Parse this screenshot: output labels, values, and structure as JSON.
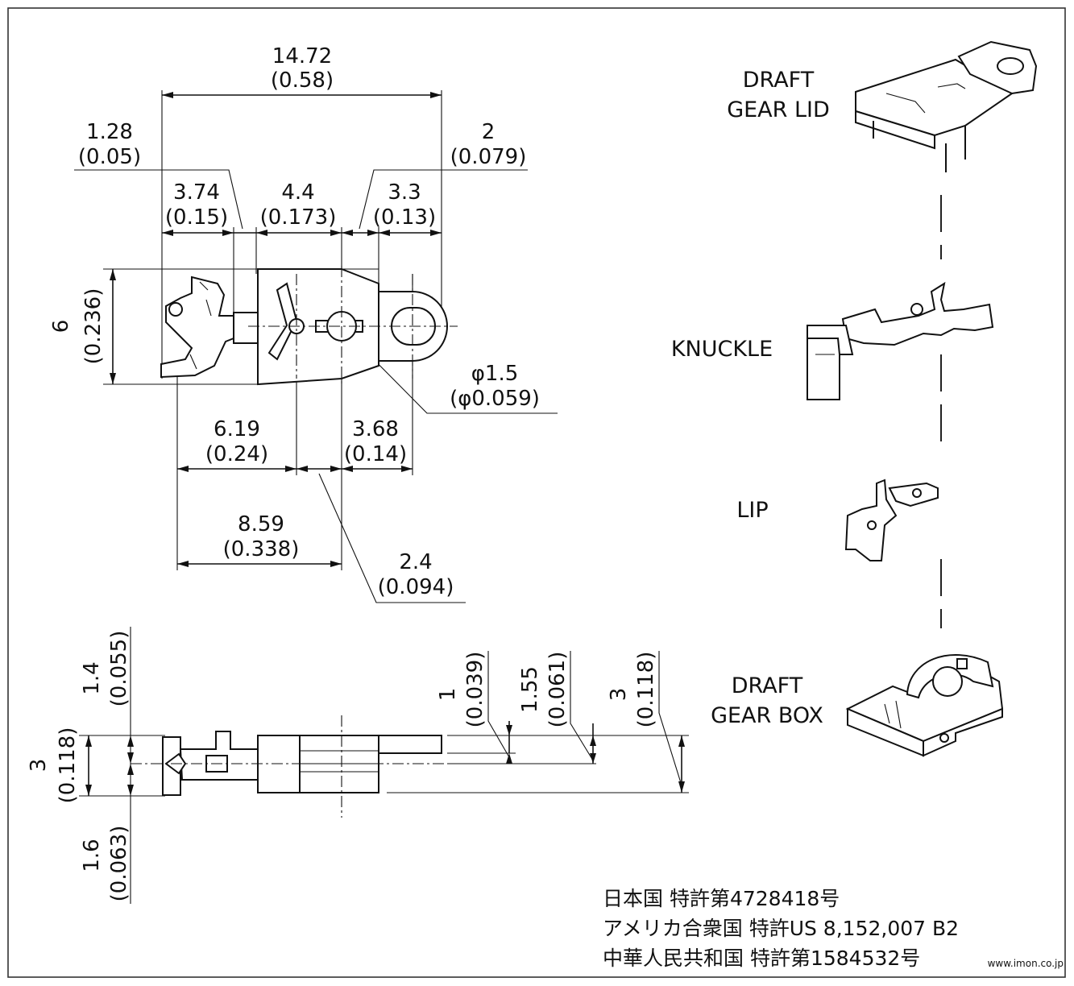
{
  "top_dimensions": {
    "overall_length": {
      "mm": "14.72",
      "inch": "(0.58)"
    },
    "knuckle_offset": {
      "mm": "1.28",
      "inch": "(0.05)"
    },
    "tab_length": {
      "mm": "2",
      "inch": "(0.079)"
    },
    "knuckle_width": {
      "mm": "3.74",
      "inch": "(0.15)"
    },
    "box_width": {
      "mm": "4.4",
      "inch": "(0.173)"
    },
    "eye_width": {
      "mm": "3.3",
      "inch": "(0.13)"
    },
    "height": {
      "mm": "6",
      "inch": "(0.236)"
    },
    "hole": {
      "mm": "φ1.5",
      "inch": "(φ0.059)"
    },
    "to_pivot": {
      "mm": "6.19",
      "inch": "(0.24)"
    },
    "pivot_to_eye": {
      "mm": "3.68",
      "inch": "(0.14)"
    },
    "to_hole": {
      "mm": "8.59",
      "inch": "(0.338)"
    },
    "pivot_gap": {
      "mm": "2.4",
      "inch": "(0.094)"
    }
  },
  "side_dimensions": {
    "upper": {
      "mm": "1.4",
      "inch": "(0.055)"
    },
    "total": {
      "mm": "3",
      "inch": "(0.118)"
    },
    "lower": {
      "mm": "1.6",
      "inch": "(0.063)"
    },
    "lid": {
      "mm": "1",
      "inch": "(0.039)"
    },
    "mid": {
      "mm": "1.55",
      "inch": "(0.061)"
    },
    "box": {
      "mm": "3",
      "inch": "(0.118)"
    }
  },
  "parts": {
    "lid_line1": "DRAFT",
    "lid_line2": "GEAR LID",
    "knuckle": "KNUCKLE",
    "lip": "LIP",
    "box_line1": "DRAFT",
    "box_line2": "GEAR BOX"
  },
  "patents": [
    "日本国 特許第4728418号",
    "アメリカ合衆国 特許US 8,152,007 B2",
    "中華人民共和国 特許第1584532号"
  ],
  "watermark": "www.imon.co.jp"
}
